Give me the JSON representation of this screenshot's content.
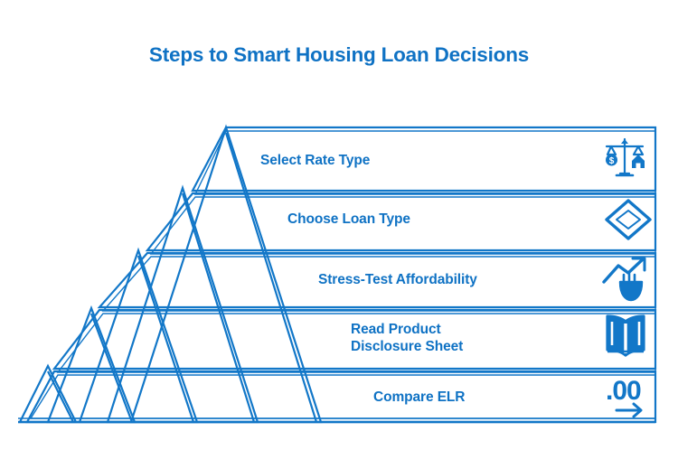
{
  "title": "Steps to Smart Housing Loan Decisions",
  "colors": {
    "accent": "#0f72c4",
    "line": "#1277c8",
    "background": "#ffffff"
  },
  "chart_data": {
    "type": "bar",
    "title": "Steps to Smart Housing Loan Decisions",
    "xlabel": "",
    "ylabel": "",
    "categories": [
      "Compare ELR",
      "Read Product Disclosure Sheet",
      "Stress-Test Affordability",
      "Choose Loan Type",
      "Select Rate Type"
    ],
    "values": [
      1,
      2,
      3,
      4,
      5
    ],
    "legend": [],
    "grid": false,
    "note": "Ascending mountain/step diagram: five nested triangles of increasing height, each apex connecting to a labelled row band on the right."
  },
  "steps": [
    {
      "index": 1,
      "label": "Select Rate Type",
      "icon": "balance-scale-icon",
      "level": 5
    },
    {
      "index": 2,
      "label": "Choose Loan Type",
      "icon": "diamond-icon",
      "level": 4
    },
    {
      "index": 3,
      "label": "Stress-Test Affordability",
      "icon": "rising-arrow-hand-icon",
      "level": 3
    },
    {
      "index": 4,
      "label": "Read Product\nDisclosure Sheet",
      "icon": "open-book-icon",
      "level": 2
    },
    {
      "index": 5,
      "label": "Compare ELR",
      "icon": "decimal-arrow-icon",
      "level": 1
    }
  ]
}
